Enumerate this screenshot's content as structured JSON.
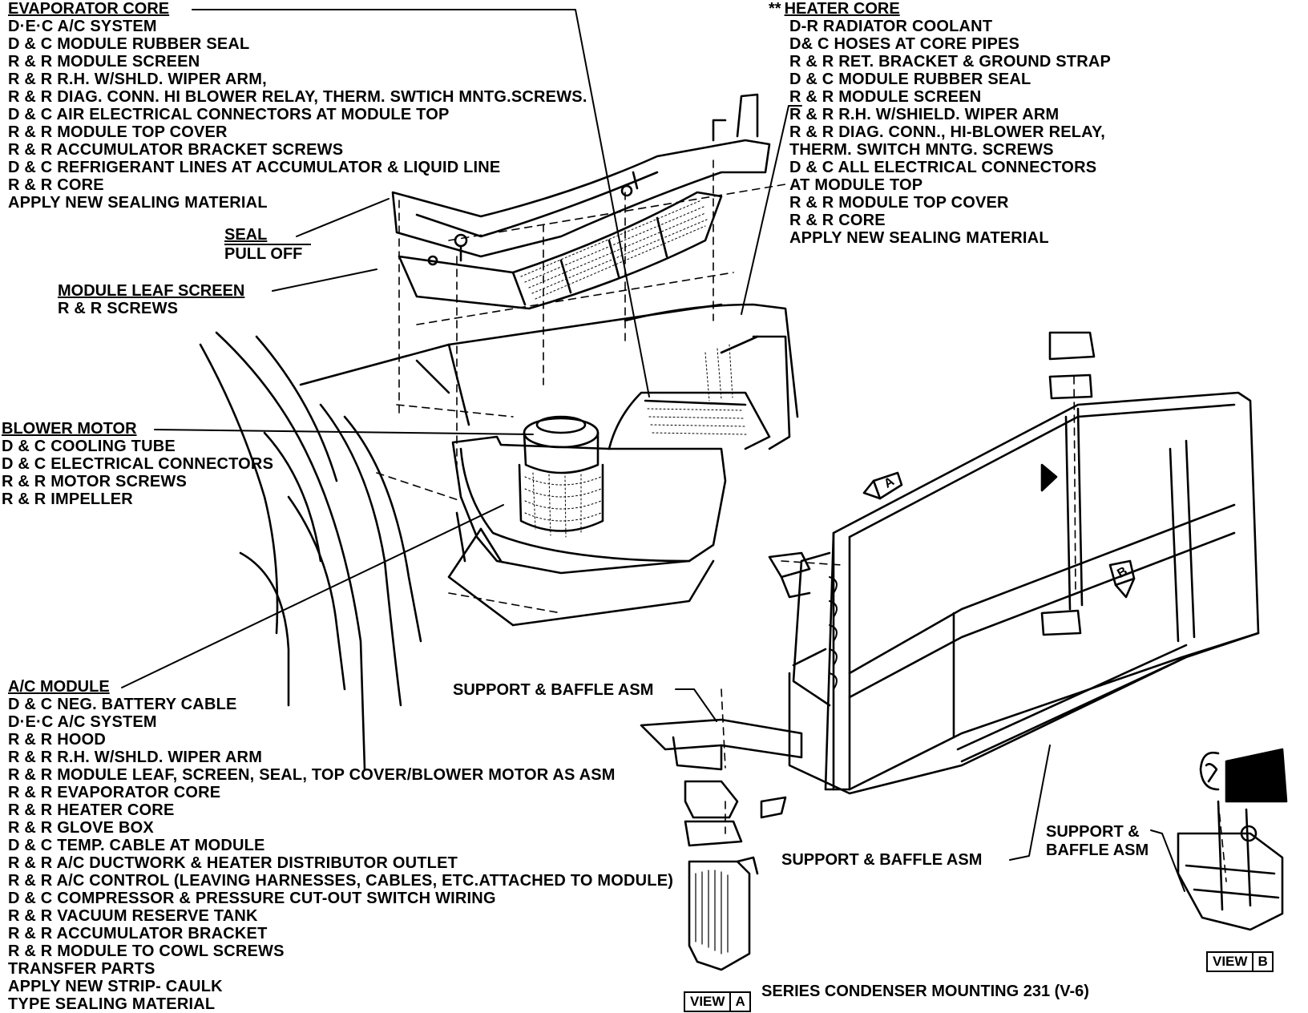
{
  "evaporator_core": {
    "title": "EVAPORATOR CORE",
    "steps": [
      "D·E·C A/C SYSTEM",
      "D & C MODULE RUBBER SEAL",
      "R & R MODULE SCREEN",
      "R & R R.H. W/SHLD. WIPER ARM,",
      "R & R DIAG. CONN. HI BLOWER RELAY, THERM. SWTICH MNTG.SCREWS.",
      "D & C AIR ELECTRICAL CONNECTORS AT MODULE TOP",
      "R & R MODULE TOP COVER",
      "R & R ACCUMULATOR BRACKET SCREWS",
      "D & C REFRIGERANT LINES AT ACCUMULATOR & LIQUID LINE",
      "R & R CORE",
      "APPLY NEW SEALING MATERIAL"
    ]
  },
  "heater_core": {
    "prefix": "**",
    "title": "HEATER CORE",
    "steps": [
      "D-R RADIATOR COOLANT",
      "D& C HOSES AT CORE PIPES",
      "R & R RET. BRACKET & GROUND STRAP",
      "D & C MODULE RUBBER SEAL",
      "R & R MODULE SCREEN",
      "R & R R.H. W/SHIELD. WIPER ARM",
      "R & R DIAG. CONN., HI-BLOWER RELAY,",
      "THERM. SWITCH MNTG. SCREWS",
      "D & C ALL ELECTRICAL CONNECTORS",
      "AT MODULE TOP",
      "R & R MODULE TOP COVER",
      "R & R CORE",
      "APPLY NEW SEALING MATERIAL"
    ]
  },
  "seal": {
    "top": "SEAL",
    "bottom": "PULL OFF"
  },
  "module_leaf_screen": {
    "title": "MODULE LEAF SCREEN",
    "steps": [
      "R & R SCREWS"
    ]
  },
  "blower_motor": {
    "title": "BLOWER MOTOR",
    "steps": [
      "D & C COOLING TUBE",
      "D & C ELECTRICAL CONNECTORS",
      "R & R MOTOR SCREWS",
      "R & R IMPELLER"
    ]
  },
  "ac_module": {
    "title": "A/C MODULE",
    "steps": [
      "D & C NEG. BATTERY CABLE",
      "D·E·C  A/C SYSTEM",
      "R & R HOOD",
      "R & R R.H. W/SHLD. WIPER ARM",
      "R & R MODULE LEAF, SCREEN, SEAL, TOP COVER/BLOWER MOTOR AS ASM",
      "R & R EVAPORATOR CORE",
      "R & R HEATER CORE",
      "R & R GLOVE BOX",
      "D & C TEMP. CABLE AT MODULE",
      "R & R A/C DUCTWORK & HEATER DISTRIBUTOR OUTLET",
      "R & R A/C CONTROL (LEAVING HARNESSES, CABLES, ETC.ATTACHED TO MODULE)",
      "D & C COMPRESSOR & PRESSURE CUT-OUT SWITCH WIRING",
      "R & R VACUUM RESERVE TANK",
      "R & R ACCUMULATOR BRACKET",
      "R & R MODULE TO COWL SCREWS",
      "TRANSFER PARTS",
      "APPLY NEW STRIP- CAULK",
      "TYPE SEALING MATERIAL"
    ]
  },
  "labels": {
    "support_baffle_1": "SUPPORT & BAFFLE ASM",
    "support_baffle_2": "SUPPORT & BAFFLE ASM",
    "support_baffle_3_line1": "SUPPORT &",
    "support_baffle_3_line2": "BAFFLE ASM",
    "series_condenser": "SERIES CONDENSER MOUNTING 231 (V-6)",
    "arrow_a": "A",
    "arrow_b": "B"
  },
  "view_a": {
    "word": "VIEW",
    "letter": "A"
  },
  "view_b": {
    "word": "VIEW",
    "letter": "B"
  },
  "colors": {
    "ink": "#000000",
    "paper": "#ffffff"
  }
}
